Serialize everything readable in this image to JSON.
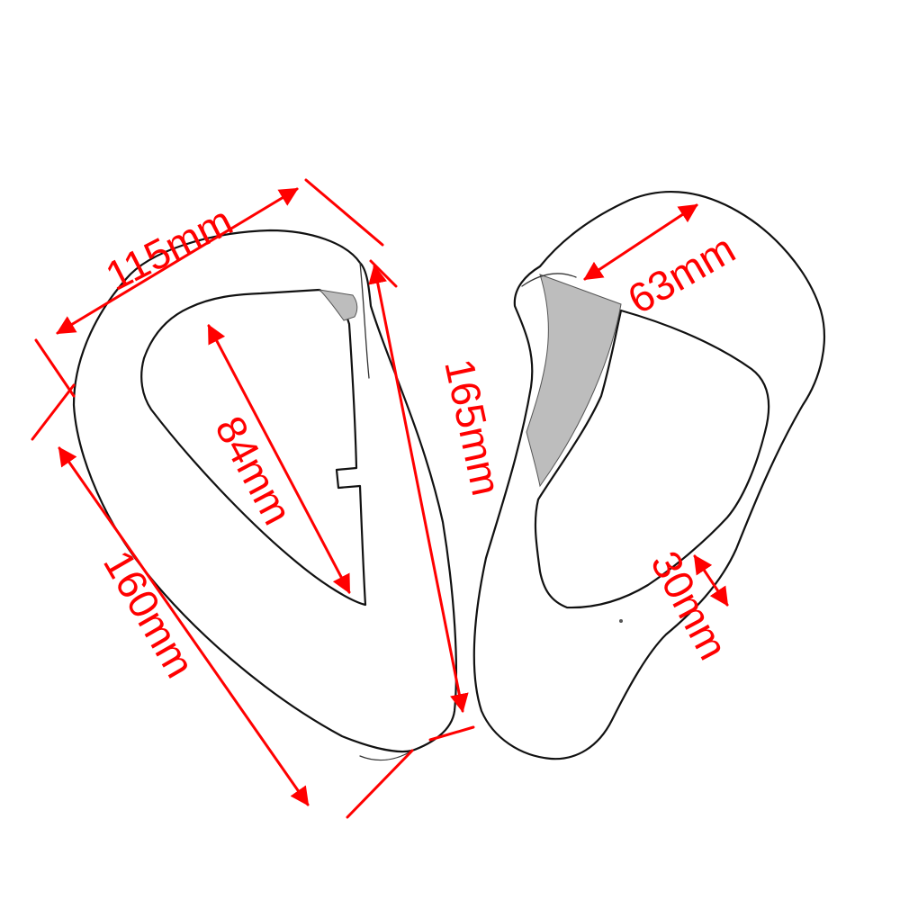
{
  "diagram": {
    "accent_color": "#ff0000",
    "parts": [
      "left-fairing-panel",
      "right-fairing-panel"
    ],
    "dimensions": [
      {
        "id": "width-top",
        "label": "115mm"
      },
      {
        "id": "inner-length",
        "label": "84mm"
      },
      {
        "id": "outer-height",
        "label": "165mm"
      },
      {
        "id": "left-edge",
        "label": "160mm"
      },
      {
        "id": "right-top",
        "label": "63mm"
      },
      {
        "id": "right-bottom",
        "label": "30mm"
      }
    ]
  }
}
